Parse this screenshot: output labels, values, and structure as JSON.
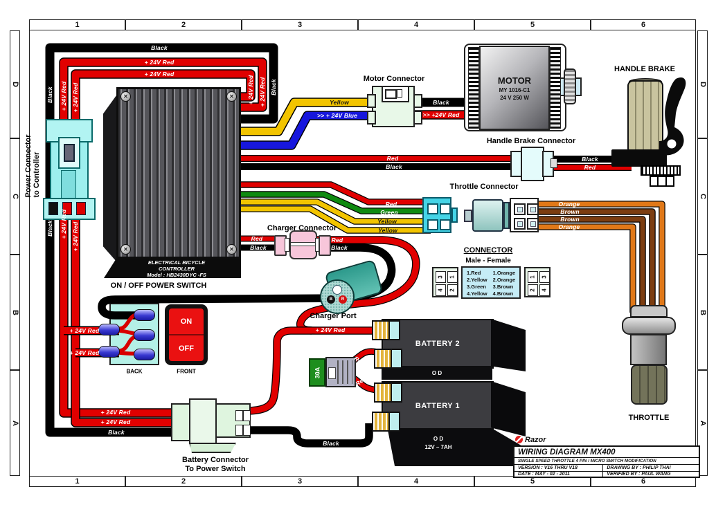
{
  "frame": {
    "cols": [
      "1",
      "2",
      "3",
      "4",
      "5",
      "6"
    ],
    "rows": [
      "D",
      "C",
      "B",
      "A"
    ]
  },
  "wire_labels": {
    "black": "Black",
    "red_24v": "+ 24V Red",
    "yellow": "Yellow",
    "blue_24v": ">> + 24V Blue",
    "red_24v_arrow": ">> +24V Red",
    "red": "Red",
    "green": "Green",
    "orange": "Orange",
    "brown": "Brown"
  },
  "components": {
    "power_connector": {
      "label_line1": "Power Connector",
      "label_line2": "to Controller"
    },
    "controller": {
      "line1": "ELECTRICAL BICYCLE",
      "line2": "CONTROLLER",
      "line3": "Model : HB2430DYC -FS"
    },
    "power_switch": {
      "title": "ON / OFF POWER SWITCH",
      "on": "ON",
      "off": "OFF",
      "back": "BACK",
      "front": "FRONT"
    },
    "motor": {
      "name": "MOTOR",
      "model": "MY 1016-C1",
      "rating": "24 V 250 W",
      "connector_label": "Motor Connector"
    },
    "handle_brake": {
      "label": "HANDLE BRAKE",
      "connector_label": "Handle Brake Connector"
    },
    "throttle": {
      "label": "THROTTLE",
      "connector_label": "Throttle Connector"
    },
    "charger": {
      "connector_label": "Charger Connector",
      "port_label": "Charger Port",
      "pin_b": "B",
      "pin_r": "R"
    },
    "fuse": {
      "label": "30A"
    },
    "battery_connector": {
      "line1": "Battery Connector",
      "line2": "To Power Switch"
    },
    "battery2": {
      "name": "BATTERY 2",
      "od": "O D"
    },
    "battery1": {
      "name": "BATTERY 1",
      "od": "O D",
      "rating": "12V – 7AH"
    },
    "connector_table": {
      "title": "CONNECTOR",
      "subtitle": "Male  -  Female",
      "male_pins": [
        "3",
        "1",
        "4",
        "2"
      ],
      "female_pins": [
        "1",
        "3",
        "2",
        "4"
      ],
      "male_list": [
        "1.Red",
        "2.Yellow",
        "3.Green",
        "4.Yellow"
      ],
      "female_list": [
        "1.Orange",
        "2.Orange",
        "3.Brown",
        "4.Brown"
      ]
    }
  },
  "title_block": {
    "brand": "Razor",
    "title": "WIRING DIAGRAM MX400",
    "subtitle": "SINGLE SPEED THROTTLE 4 PIN / MICRO SWITCH MODIFICATION",
    "version": "VERSION : V16 THRU V18",
    "drawing_by": "DRAWING BY : PHILIP THAI",
    "date": "DATE : MAY - 02 - 2011",
    "verified_by": "VERIFIED BY : PAUL WANG"
  }
}
